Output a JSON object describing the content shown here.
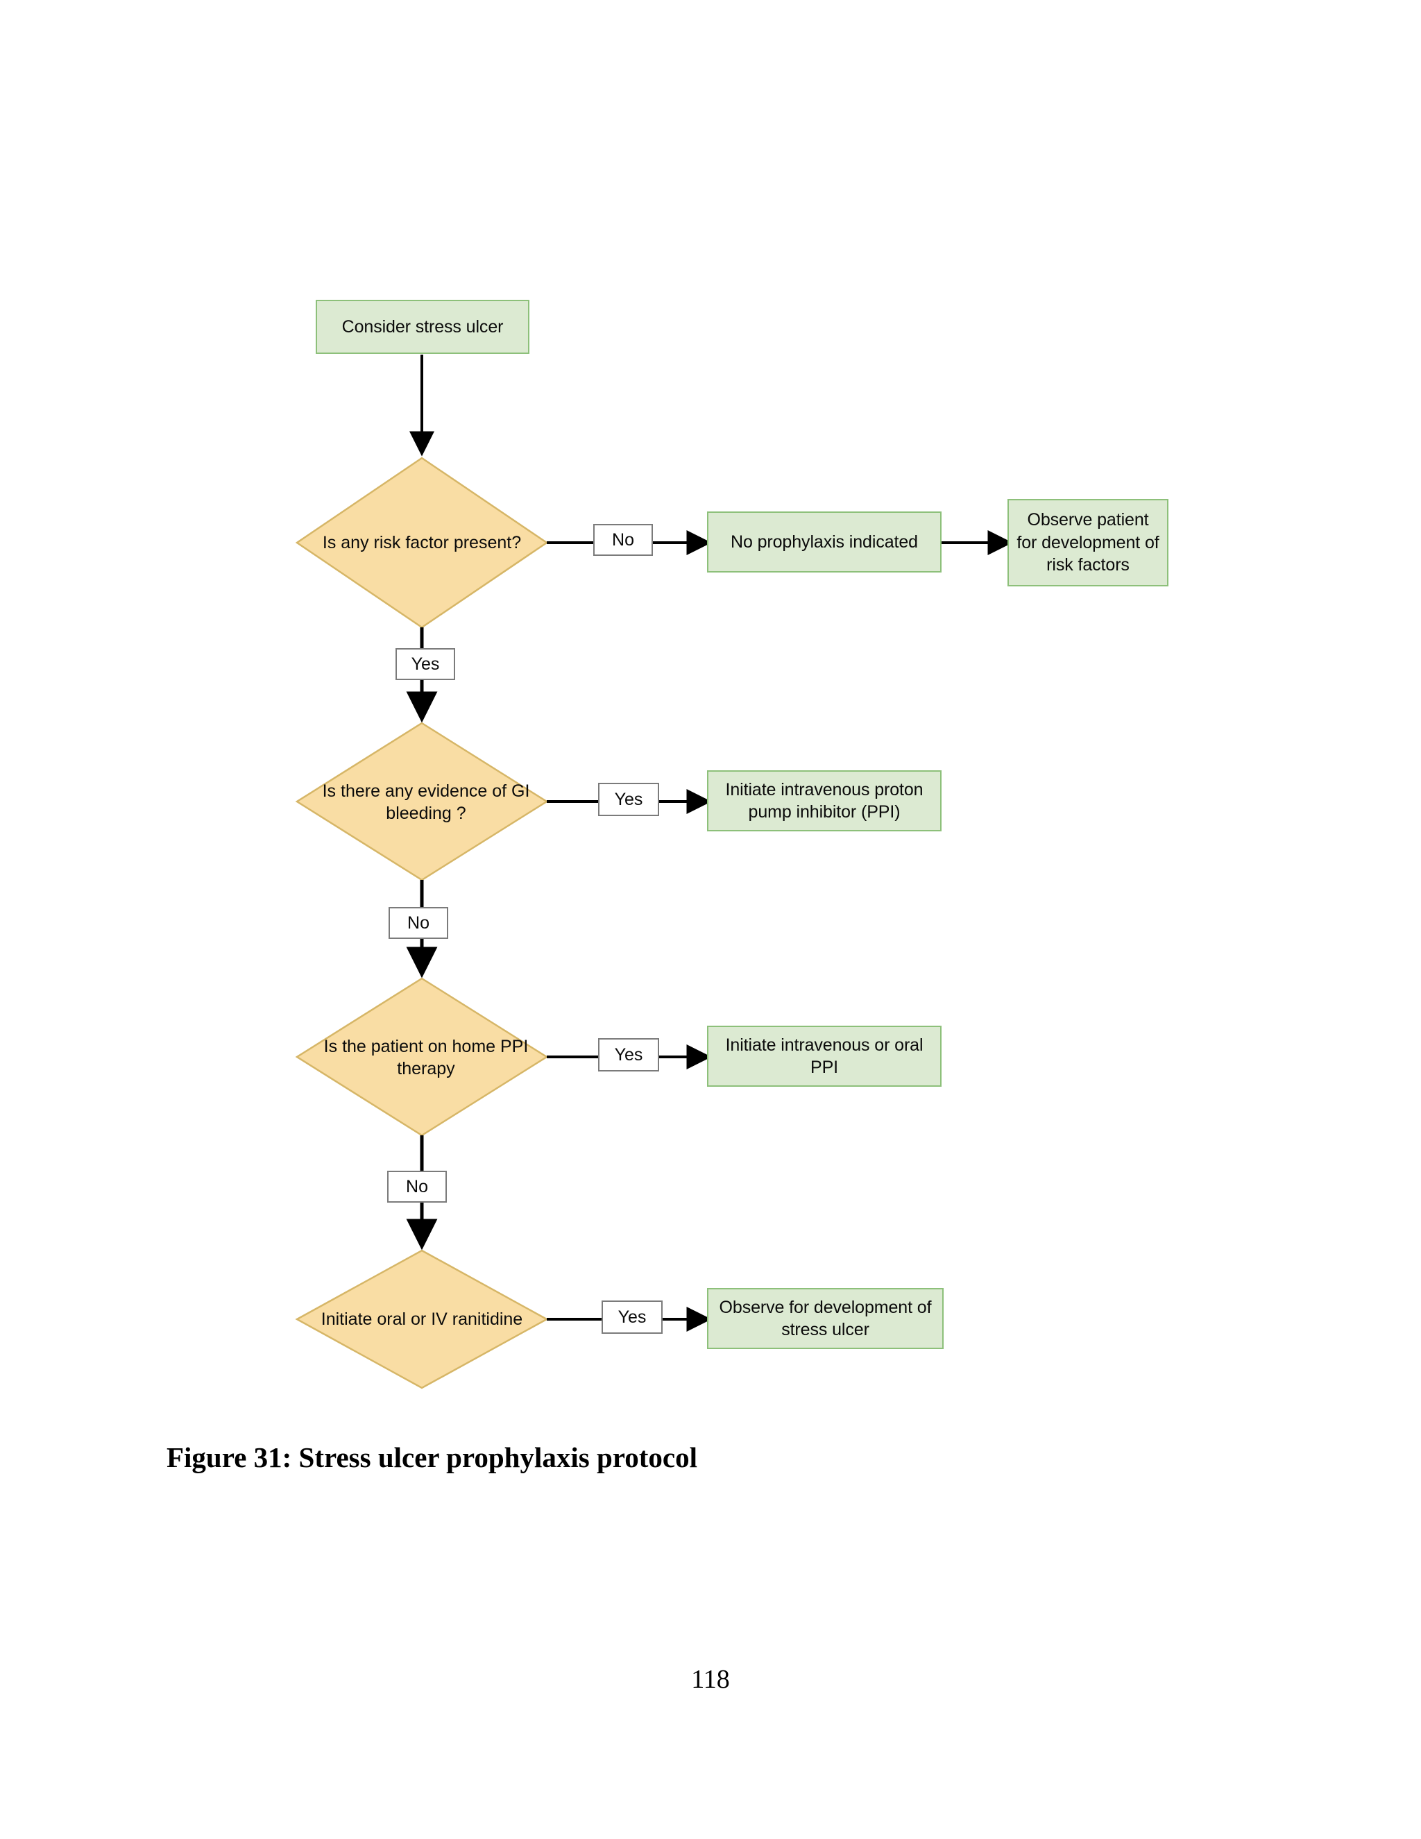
{
  "page": {
    "caption": "Figure 31: Stress ulcer prophylaxis protocol",
    "folio": "118",
    "background": "#ffffff"
  },
  "colors": {
    "process_fill": "#DCEAD2",
    "process_border": "#8DC07A",
    "decision_fill": "#F9DDA4",
    "decision_border": "#D6B667",
    "edge_label_fill": "#ffffff",
    "edge_label_border": "#7b7b7b",
    "connector": "#000000"
  },
  "chart_data": {
    "type": "diagram",
    "diagram_kind": "flowchart",
    "title": "Stress ulcer prophylaxis protocol",
    "nodes": [
      {
        "id": "start",
        "shape": "rectangle",
        "label": "Consider stress ulcer"
      },
      {
        "id": "d1",
        "shape": "diamond",
        "label": "Is any risk factor present?"
      },
      {
        "id": "noproph",
        "shape": "rectangle",
        "label": "No prophylaxis indicated"
      },
      {
        "id": "observe_rf",
        "shape": "rectangle",
        "label": "Observe patient\nfor development of\nrisk factors"
      },
      {
        "id": "d2",
        "shape": "diamond",
        "label": "Is there any evidence of GI\nbleeding ?"
      },
      {
        "id": "ivppi",
        "shape": "rectangle",
        "label": "Initiate intravenous proton\npump inhibitor (PPI)"
      },
      {
        "id": "d3",
        "shape": "diamond",
        "label": "Is the patient on home PPI\ntherapy"
      },
      {
        "id": "ivoralppi",
        "shape": "rectangle",
        "label": "Initiate intravenous or oral\nPPI"
      },
      {
        "id": "d4",
        "shape": "diamond",
        "label": "Initiate oral or IV ranitidine"
      },
      {
        "id": "observe_su",
        "shape": "rectangle",
        "label": "Observe for development of\nstress ulcer"
      }
    ],
    "edges": [
      {
        "from": "start",
        "to": "d1",
        "label": "",
        "direction": "down"
      },
      {
        "from": "d1",
        "to": "noproph",
        "label": "No",
        "direction": "right"
      },
      {
        "from": "noproph",
        "to": "observe_rf",
        "label": "",
        "direction": "right"
      },
      {
        "from": "d1",
        "to": "d2",
        "label": "Yes",
        "direction": "down"
      },
      {
        "from": "d2",
        "to": "ivppi",
        "label": "Yes",
        "direction": "right"
      },
      {
        "from": "d2",
        "to": "d3",
        "label": "No",
        "direction": "down"
      },
      {
        "from": "d3",
        "to": "ivoralppi",
        "label": "Yes",
        "direction": "right"
      },
      {
        "from": "d3",
        "to": "d4",
        "label": "No",
        "direction": "down"
      },
      {
        "from": "d4",
        "to": "observe_su",
        "label": "Yes",
        "direction": "right"
      }
    ]
  },
  "flow": {
    "start_label": "Consider stress ulcer",
    "decision1_label": "Is any risk factor present?",
    "decision1_no_label": "No",
    "decision1_yes_label": "Yes",
    "no_prophylaxis_label": "No prophylaxis indicated",
    "observe_risk_line1": "Observe patient",
    "observe_risk_line2": "for development of",
    "observe_risk_line3": "risk factors",
    "decision2_line1": "Is there any evidence of GI",
    "decision2_line2": "bleeding ?",
    "decision2_yes_label": "Yes",
    "decision2_no_label": "No",
    "ivppi_line1": "Initiate intravenous proton",
    "ivppi_line2": "pump inhibitor (PPI)",
    "decision3_line1": "Is the patient on home PPI",
    "decision3_line2": "therapy",
    "decision3_yes_label": "Yes",
    "decision3_no_label": "No",
    "ivoralppi_line1": "Initiate intravenous or oral",
    "ivoralppi_line2": "PPI",
    "decision4_label": "Initiate oral or IV ranitidine",
    "decision4_yes_label": "Yes",
    "observe_su_line1": "Observe for development of",
    "observe_su_line2": "stress ulcer"
  }
}
